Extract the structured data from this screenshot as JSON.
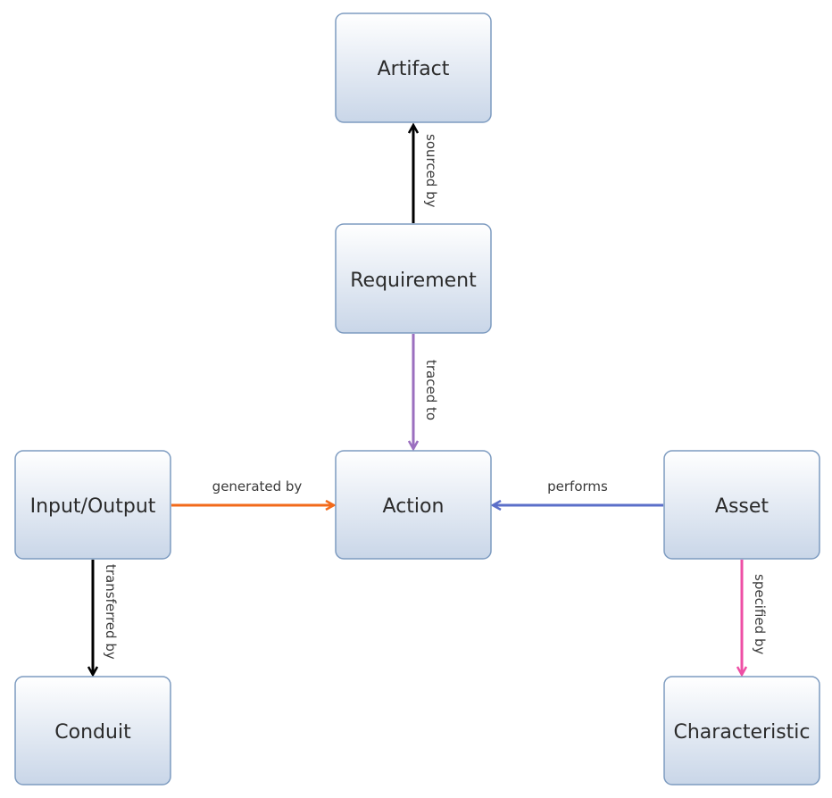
{
  "nodes": {
    "artifact": "Artifact",
    "requirement": "Requirement",
    "action": "Action",
    "input_output": "Input/Output",
    "asset": "Asset",
    "conduit": "Conduit",
    "characteristic": "Characteristic"
  },
  "edges": {
    "sourced_by": {
      "label": "sourced by",
      "from": "Requirement",
      "to": "Artifact",
      "color": "#000000"
    },
    "traced_to": {
      "label": "traced to",
      "from": "Requirement",
      "to": "Action",
      "color": "#9b6fbf"
    },
    "generated_by": {
      "label": "generated by",
      "from": "Input/Output",
      "to": "Action",
      "color": "#f26a1b"
    },
    "performs": {
      "label": "performs",
      "from": "Asset",
      "to": "Action",
      "color": "#5b6fc9"
    },
    "transferred_by": {
      "label": "transferred by",
      "from": "Input/Output",
      "to": "Conduit",
      "color": "#000000"
    },
    "specified_by": {
      "label": "specified by",
      "from": "Asset",
      "to": "Characteristic",
      "color": "#ee4fa5"
    }
  },
  "colors": {
    "node_fill_top": "#ffffff",
    "node_fill_bottom": "#c9d6e8",
    "node_border": "#7d9bc0"
  }
}
